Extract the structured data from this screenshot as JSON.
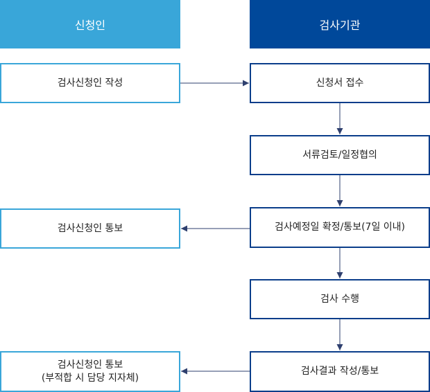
{
  "colors": {
    "left_header": "#39a6d9",
    "right_header": "#00489a",
    "left_border": "#39a6d9",
    "right_border": "#0a3d8a",
    "arrow": "#2e3f6e"
  },
  "headers": {
    "applicant": "신청인",
    "inspection_agency": "검사기관"
  },
  "left_steps": {
    "write_request": "검사신청인 작성",
    "notify_schedule": "검사신청인 통보",
    "notify_result_line1": "검사신청인 통보",
    "notify_result_line2": "(부적합 시 담당 지자체)"
  },
  "right_steps": {
    "receive": "신청서 접수",
    "review": "서류검토/일정협의",
    "confirm": "검사예정일 확정/통보(7일 이내)",
    "perform": "검사 수행",
    "result": "검사결과 작성/통보"
  }
}
